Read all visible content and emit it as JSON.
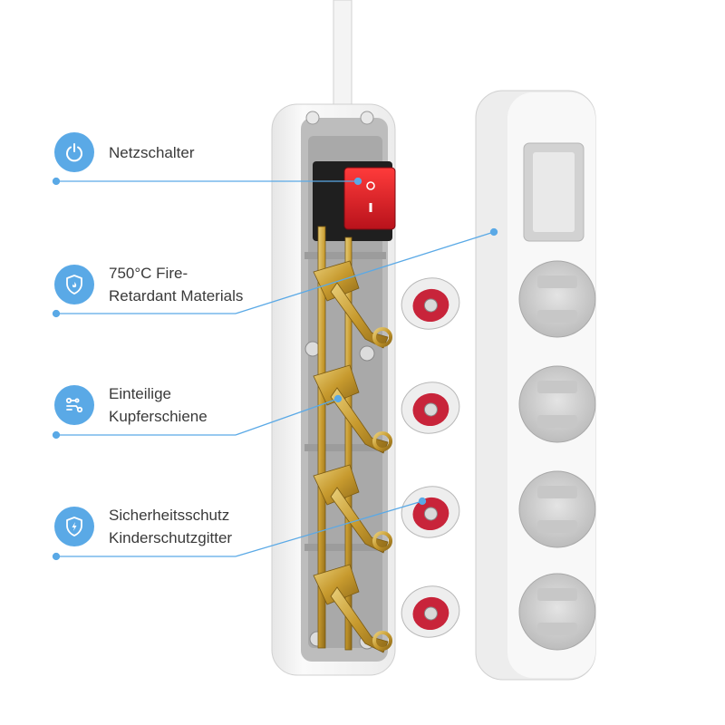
{
  "features": [
    {
      "icon": "power-icon",
      "lines": [
        "Netzschalter"
      ]
    },
    {
      "icon": "shield-flame-icon",
      "lines": [
        "750°C Fire-",
        "Retardant Materials"
      ]
    },
    {
      "icon": "circuit-icon",
      "lines": [
        "Einteilige",
        "Kupferschiene"
      ]
    },
    {
      "icon": "shield-bolt-icon",
      "lines": [
        "Sicherheitsschutz",
        "Kinderschutzgitter"
      ]
    }
  ],
  "colors": {
    "accent": "#5aa9e6",
    "text": "#3a3a3a",
    "switch": "#e0202a",
    "copper": "#c9a23c",
    "housing": "#f2f2f2"
  }
}
